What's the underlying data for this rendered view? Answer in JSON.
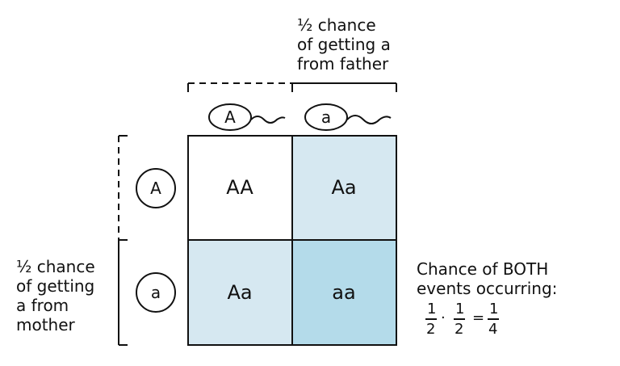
{
  "father_annotation": [
    "½ chance",
    "of getting a",
    "from father"
  ],
  "mother_annotation": [
    "½ chance",
    "of getting",
    "a from",
    "mother"
  ],
  "father_alleles": [
    "A",
    "a"
  ],
  "mother_alleles": [
    "A",
    "a"
  ],
  "grid": [
    [
      "AA",
      "Aa"
    ],
    [
      "Aa",
      "aa"
    ]
  ],
  "both_events": {
    "line1": "Chance of BOTH",
    "line2": "events occurring:",
    "equation": {
      "n1": "1",
      "d1": "2",
      "dot": "·",
      "n2": "1",
      "d2": "2",
      "eq": "=",
      "n3": "1",
      "d3": "4"
    }
  },
  "colors": {
    "cell_white": "#ffffff",
    "cell_light": "#d6e8f1",
    "cell_dark": "#b4dbea",
    "ink": "#111111"
  }
}
